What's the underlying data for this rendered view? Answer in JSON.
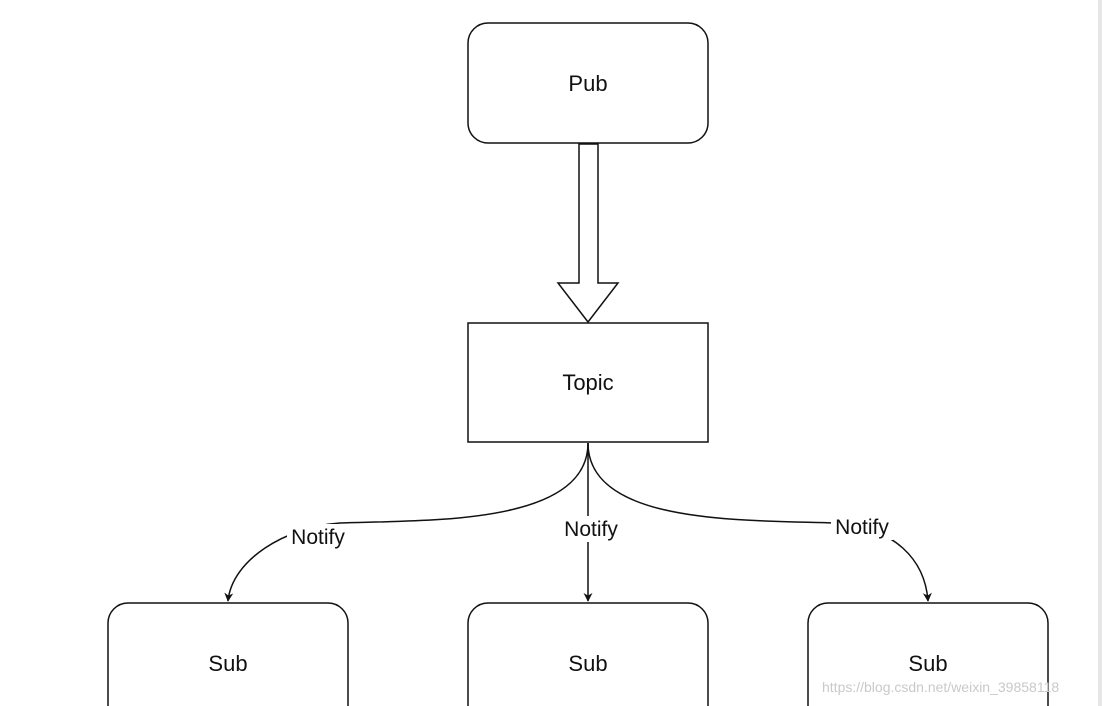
{
  "nodes": {
    "pub": {
      "label": "Pub"
    },
    "topic": {
      "label": "Topic"
    },
    "subs": [
      {
        "label": "Sub"
      },
      {
        "label": "Sub"
      },
      {
        "label": "Sub"
      }
    ]
  },
  "edges": {
    "notify": [
      {
        "label": "Notify"
      },
      {
        "label": "Notify"
      },
      {
        "label": "Notify"
      }
    ]
  },
  "watermark": "https://blog.csdn.net/weixin_39858118",
  "colors": {
    "stroke": "#111111",
    "background": "#ffffff",
    "watermark": "#c9c9c9"
  }
}
